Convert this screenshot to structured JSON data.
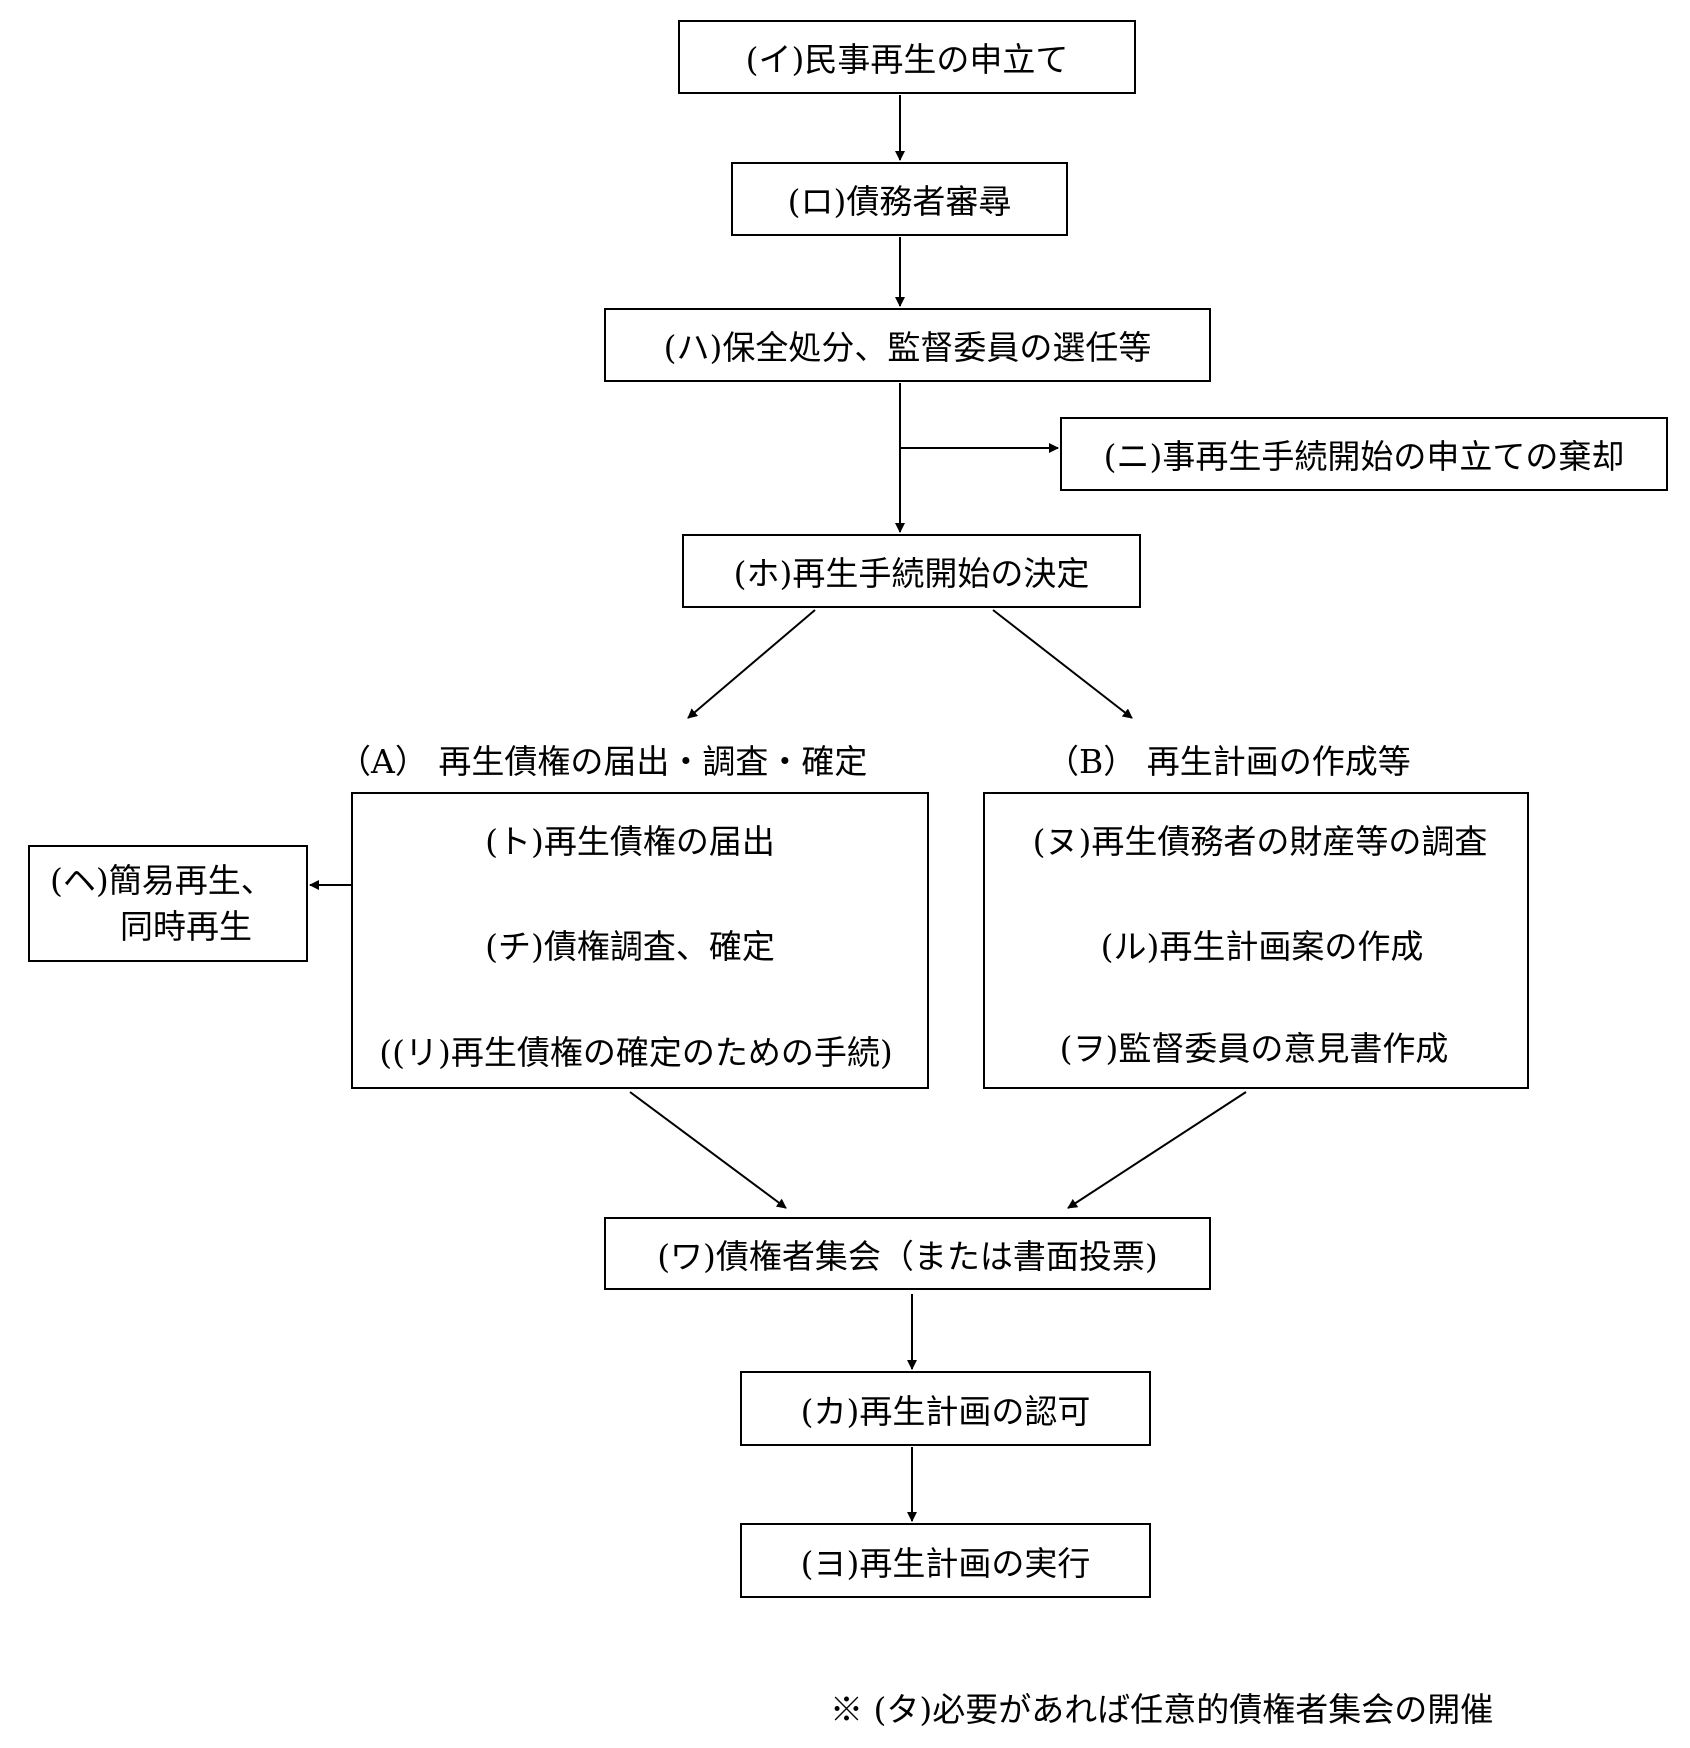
{
  "nodes": {
    "i": "(イ)民事再生の申立て",
    "ro": "(ロ)債務者審尋",
    "ha": "(ハ)保全処分、監督委員の選任等",
    "ni": "(ニ)事再生手続開始の申立ての棄却",
    "ho": "(ホ)再生手続開始の決定",
    "he_line1": "(ヘ)簡易再生、",
    "he_line2": "同時再生",
    "wa": "(ワ)債権者集会（または書面投票)",
    "ka": "(カ)再生計画の認可",
    "yo": "(ヨ)再生計画の実行"
  },
  "group_a": {
    "title": "（A） 再生債権の届出・調査・確定",
    "items": [
      "(ト)再生債権の届出",
      "(チ)債権調査、確定",
      "((リ)再生債権の確定のための手続)"
    ]
  },
  "group_b": {
    "title": "（B） 再生計画の作成等",
    "items": [
      "(ヌ)再生債務者の財産等の調査",
      "(ル)再生計画案の作成",
      "(ヲ)監督委員の意見書作成"
    ]
  },
  "footnote": "※ (タ)必要があれば任意的債権者集会の開催"
}
